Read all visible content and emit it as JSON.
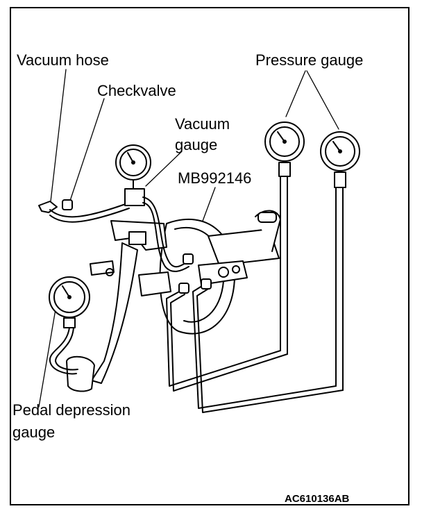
{
  "labels": {
    "vacuum_hose": "Vacuum hose",
    "checkvalve": "Checkvalve",
    "vacuum_gauge_line1": "Vacuum",
    "vacuum_gauge_line2": "gauge",
    "tool": "MB992146",
    "pressure_gauge": "Pressure gauge",
    "pedal_gauge_line1": "Pedal depression",
    "pedal_gauge_line2": "gauge"
  },
  "figure_code": "AC610136AB",
  "colors": {
    "ink": "#000000",
    "paper": "#ffffff"
  }
}
